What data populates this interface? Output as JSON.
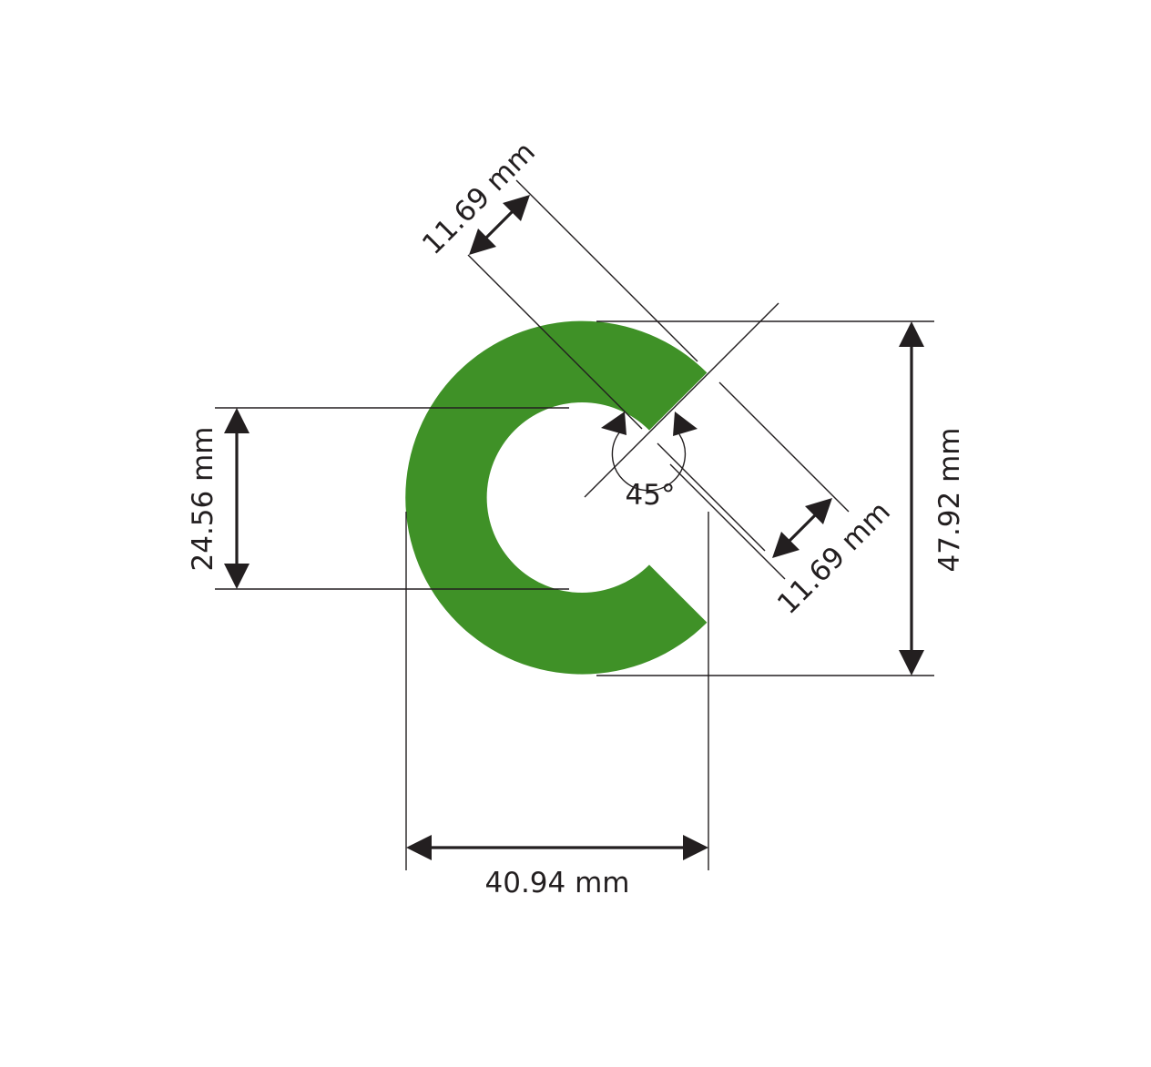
{
  "diagram": {
    "shape_color": "#3f9127",
    "line_color": "#231f20",
    "outer_diameter": "47.92 mm",
    "inner_diameter": "24.56 mm",
    "overall_width": "40.94 mm",
    "ring_width_top": "11.69 mm",
    "ring_width_bottom": "11.69 mm",
    "opening_angle": "45°"
  }
}
